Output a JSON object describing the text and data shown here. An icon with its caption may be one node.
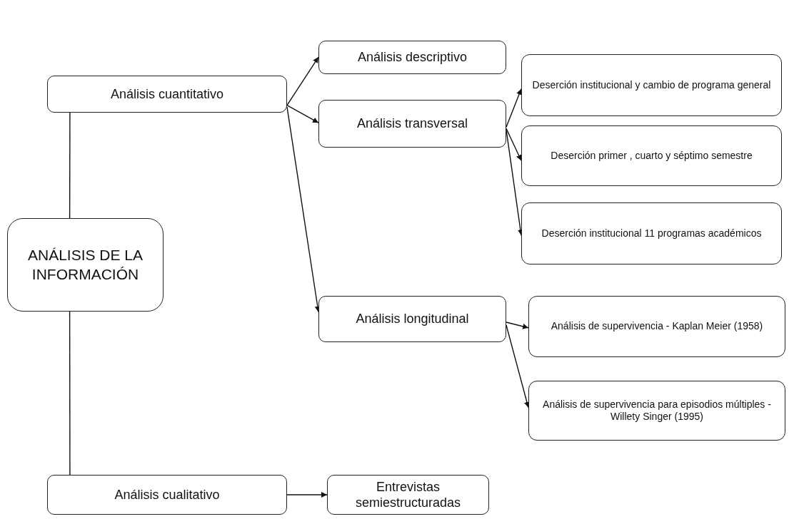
{
  "diagram": {
    "nodes": [
      {
        "text": [
          "ANÁLISIS DE LA INFORMACIÓN"
        ]
      },
      {
        "text": [
          "Análisis cuantitativo"
        ]
      },
      {
        "text": [
          "Análisis descriptivo"
        ]
      },
      {
        "text": [
          "Análisis transversal"
        ]
      },
      {
        "text": [
          "Deserción institucional y cambio de programa general"
        ]
      },
      {
        "text": [
          "Deserción primer , cuarto y séptimo semestre"
        ]
      },
      {
        "text": [
          "Deserción institucional 11 programas académicos"
        ]
      },
      {
        "text": [
          "Análisis longitudinal"
        ]
      },
      {
        "text": [
          "Análisis de supervivencia - Kaplan Meier (1958)"
        ]
      },
      {
        "text": [
          "Análisis de supervivencia para episodios múltiples - Willety Singer (1995)"
        ]
      },
      {
        "text": [
          "Análisis cualitativo"
        ]
      },
      {
        "text": [
          "Entrevistas semiestructuradas"
        ]
      }
    ],
    "edges": [
      {
        "from": 1,
        "to": 0,
        "arrow": "none"
      },
      {
        "from": 0,
        "to": 10,
        "arrow": "none"
      },
      {
        "from": 1,
        "to": 2,
        "arrow": "to"
      },
      {
        "from": 1,
        "to": 3,
        "arrow": "to"
      },
      {
        "from": 1,
        "to": 7,
        "arrow": "to"
      },
      {
        "from": 3,
        "to": 4,
        "arrow": "to"
      },
      {
        "from": 3,
        "to": 5,
        "arrow": "to"
      },
      {
        "from": 3,
        "to": 6,
        "arrow": "to"
      },
      {
        "from": 7,
        "to": 8,
        "arrow": "to"
      },
      {
        "from": 7,
        "to": 9,
        "arrow": "to"
      },
      {
        "from": 10,
        "to": 11,
        "arrow": "to"
      }
    ]
  }
}
